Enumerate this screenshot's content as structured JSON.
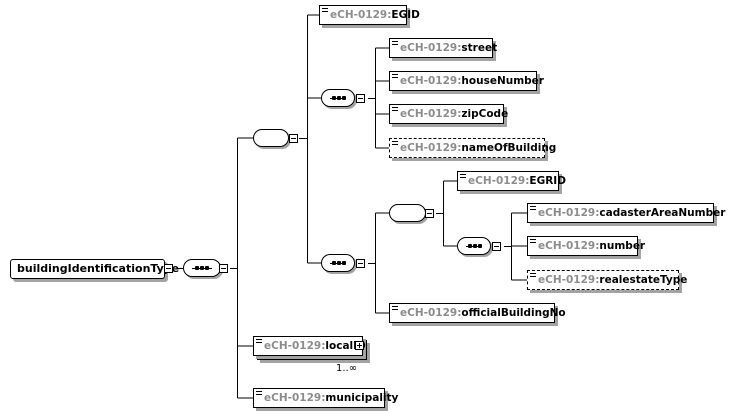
{
  "root": {
    "label": "buildingIdentificationType"
  },
  "namespace_prefix": "eCH-0129:",
  "elements": {
    "egid": "EGID",
    "street": "street",
    "houseNumber": "houseNumber",
    "zipCode": "zipCode",
    "nameOfBuilding": "nameOfBuilding",
    "egrid": "EGRID",
    "cadasterAreaNumber": "cadasterAreaNumber",
    "number": "number",
    "realestateType": "realestateType",
    "officialBuildingNo": "officialBuildingNo",
    "localID": "localID",
    "municipality": "municipality"
  },
  "cardinality": {
    "localID": "1..∞"
  },
  "colors": {
    "namespace": "#8c8c8c",
    "shadow": "#a3a3a3"
  }
}
